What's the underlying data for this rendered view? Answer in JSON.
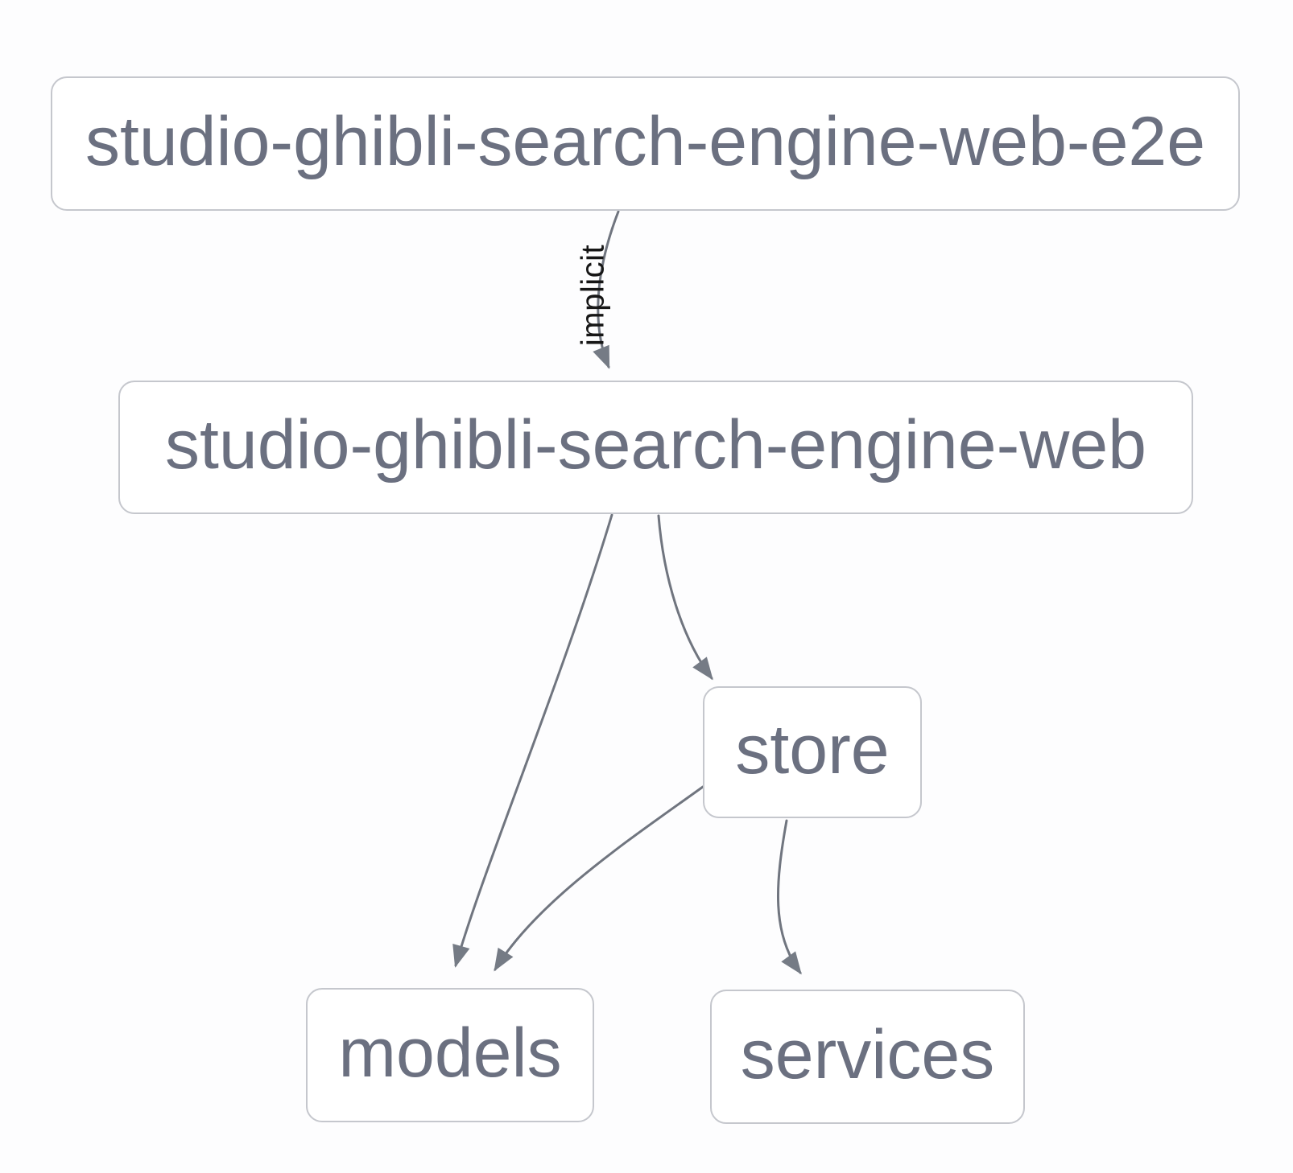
{
  "diagram": {
    "type": "dependency-graph",
    "nodes": [
      {
        "id": "studio-ghibli-search-engine-web-e2e",
        "label": "studio-ghibli-search-engine-web-e2e"
      },
      {
        "id": "studio-ghibli-search-engine-web",
        "label": "studio-ghibli-search-engine-web"
      },
      {
        "id": "store",
        "label": "store"
      },
      {
        "id": "models",
        "label": "models"
      },
      {
        "id": "services",
        "label": "services"
      }
    ],
    "edges": [
      {
        "from": "studio-ghibli-search-engine-web-e2e",
        "to": "studio-ghibli-search-engine-web",
        "label": "implicit"
      },
      {
        "from": "studio-ghibli-search-engine-web",
        "to": "models",
        "label": ""
      },
      {
        "from": "studio-ghibli-search-engine-web",
        "to": "store",
        "label": ""
      },
      {
        "from": "store",
        "to": "models",
        "label": ""
      },
      {
        "from": "store",
        "to": "services",
        "label": ""
      }
    ],
    "colors": {
      "background": "#fdfdfe",
      "node_fill": "#ffffff",
      "node_border": "#c5c7cd",
      "node_text": "#6b7080",
      "edge_line": "#70757f",
      "arrowhead": "#757b85",
      "edge_label_text": "#161616"
    }
  }
}
